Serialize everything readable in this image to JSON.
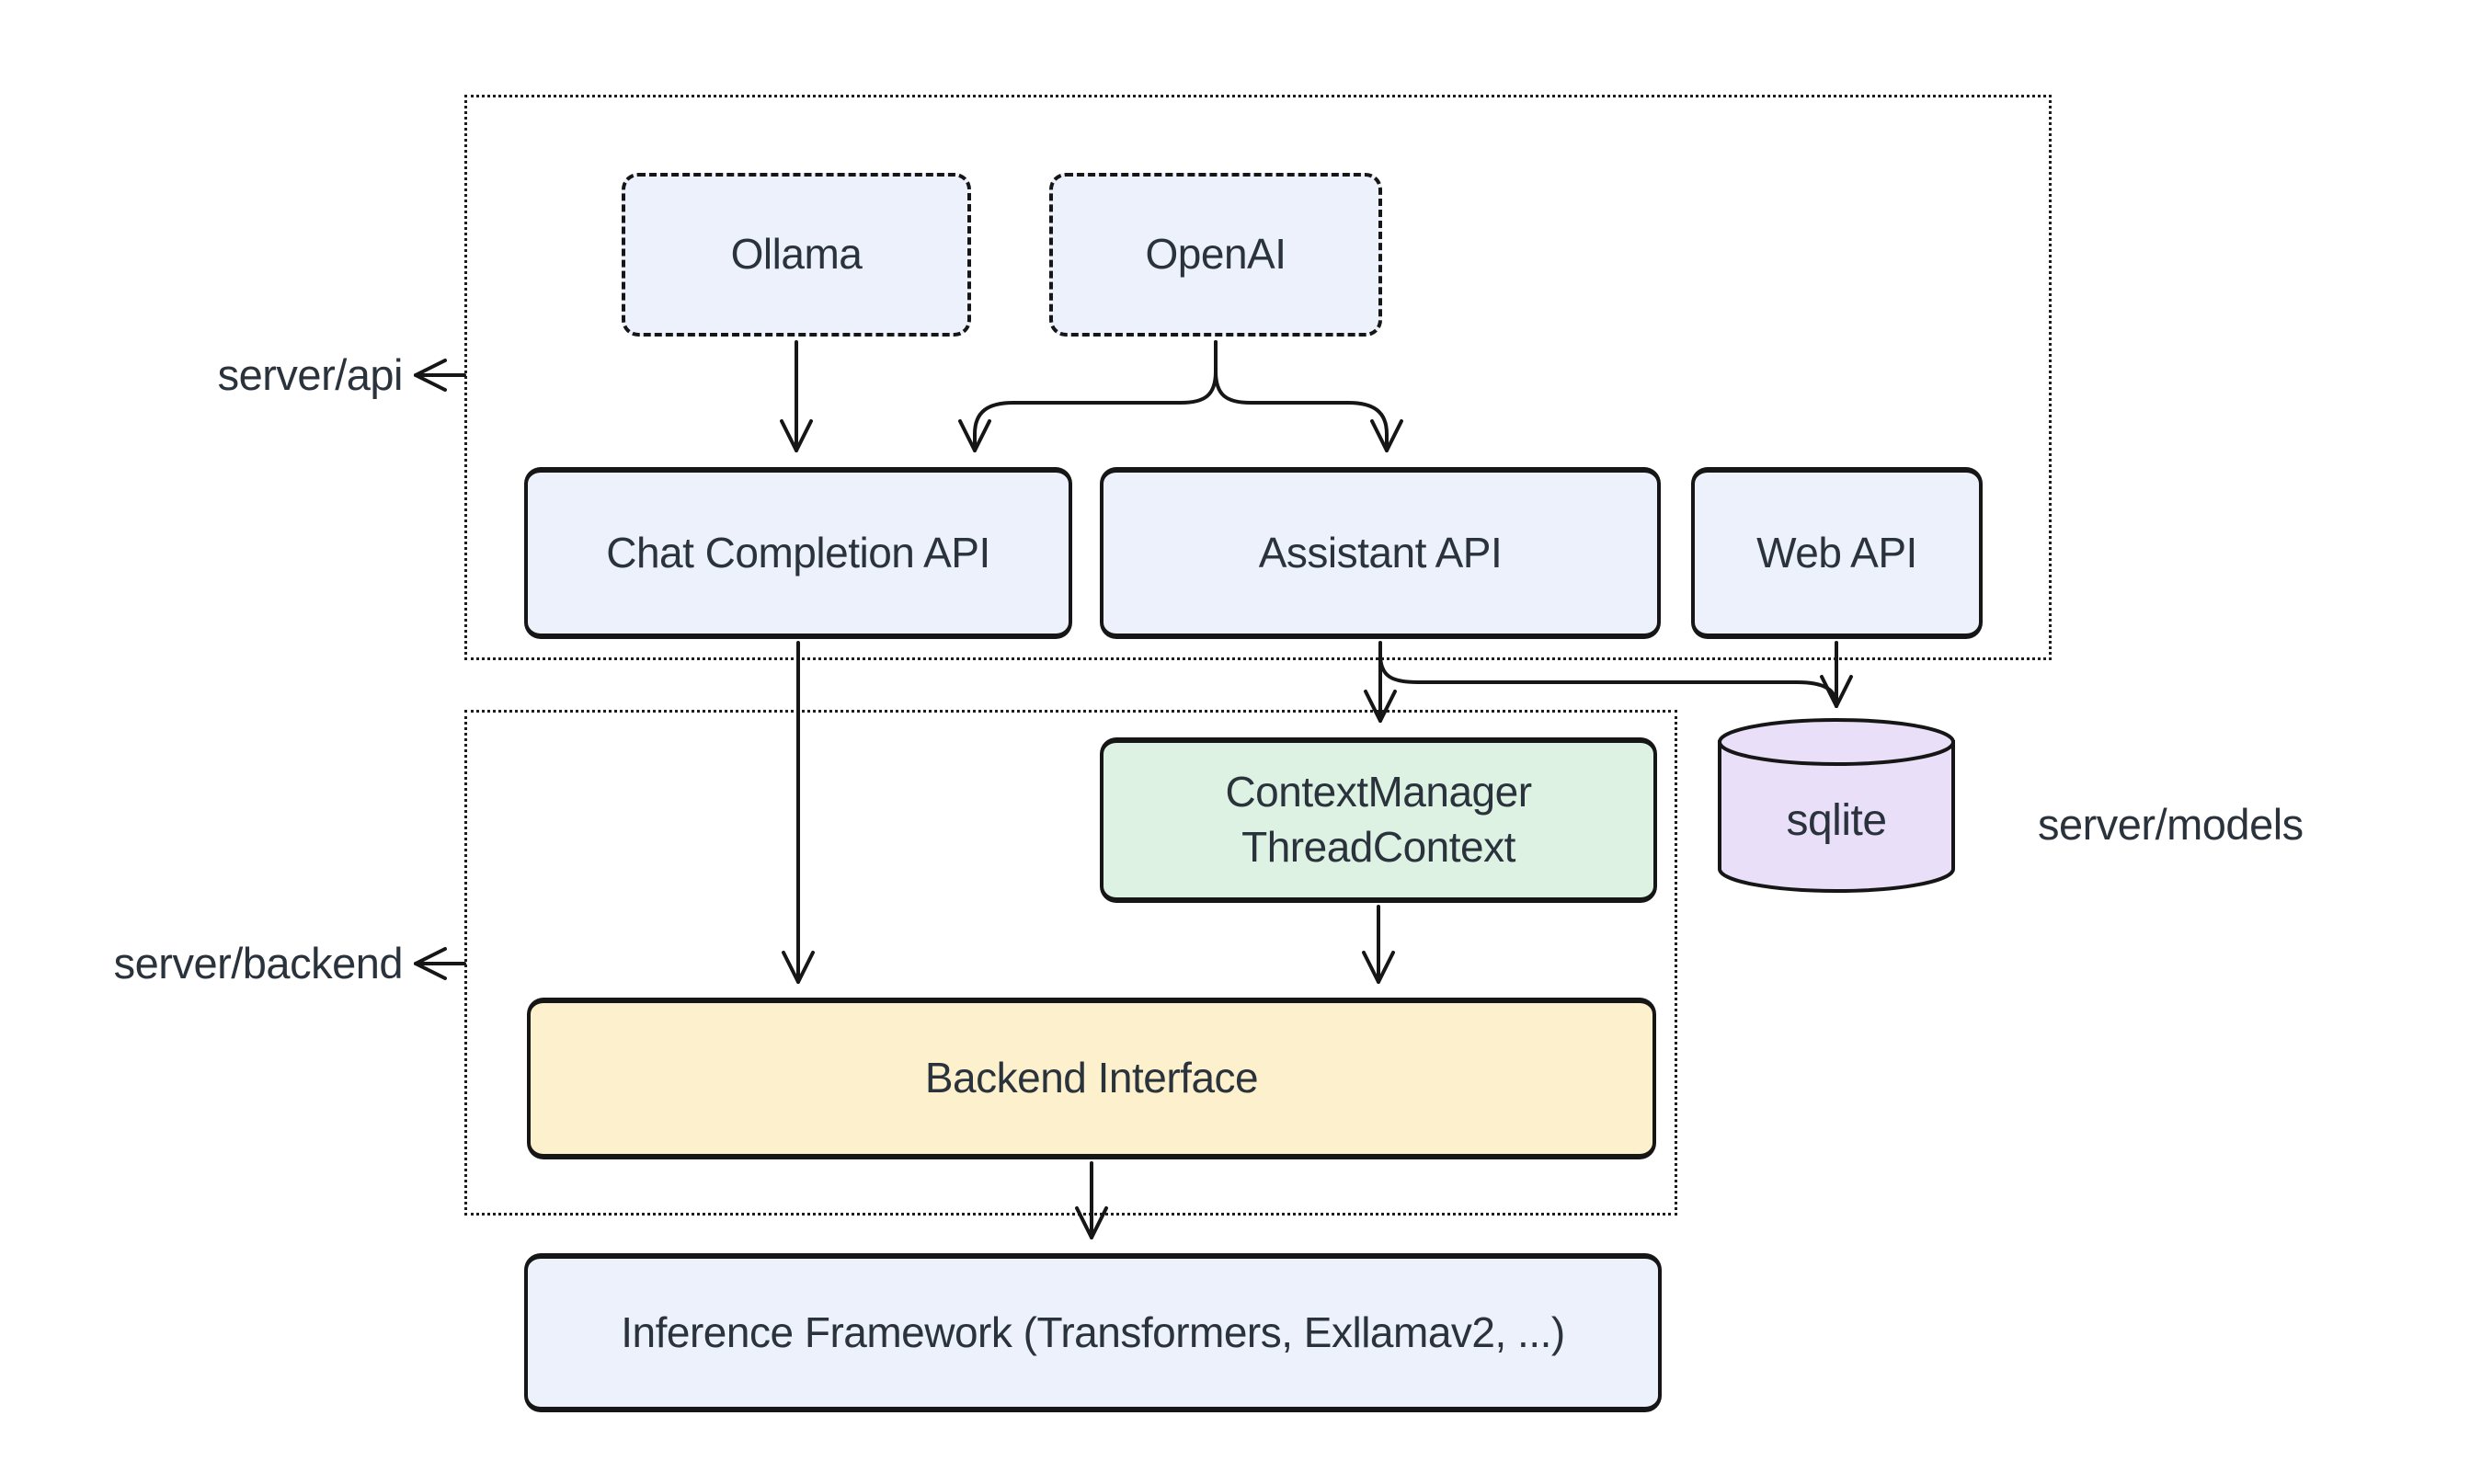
{
  "colors": {
    "background": "#ffffff",
    "stroke": "#161616",
    "text": "#2a323c",
    "node_fill_blue": "#ecf1fb",
    "node_fill_green": "#ddf2e3",
    "node_fill_yellow": "#fdf0cc",
    "node_fill_purple": "#e9dff8"
  },
  "containers": {
    "api": {
      "label": "server/api"
    },
    "backend": {
      "label": "server/backend"
    }
  },
  "side_labels": {
    "models": {
      "label": "server/models"
    }
  },
  "nodes": {
    "ollama": {
      "label": "Ollama"
    },
    "openai": {
      "label": "OpenAI"
    },
    "chat_completion": {
      "label": "Chat Completion API"
    },
    "assistant": {
      "label": "Assistant API"
    },
    "web": {
      "label": "Web API"
    },
    "context_manager": {
      "line1": "ContextManager",
      "line2": "ThreadContext"
    },
    "backend_interface": {
      "label": "Backend Interface"
    },
    "inference": {
      "label": "Inference Framework (Transformers, Exllamav2, ...)"
    },
    "sqlite": {
      "label": "sqlite"
    }
  },
  "edges": [
    {
      "from": "Ollama",
      "to": "Chat Completion API"
    },
    {
      "from": "OpenAI",
      "to": "Chat Completion API"
    },
    {
      "from": "OpenAI",
      "to": "Assistant API"
    },
    {
      "from": "Chat Completion API",
      "to": "Backend Interface"
    },
    {
      "from": "Assistant API",
      "to": "ContextManager ThreadContext"
    },
    {
      "from": "Assistant API",
      "to": "sqlite"
    },
    {
      "from": "Web API",
      "to": "sqlite"
    },
    {
      "from": "ContextManager ThreadContext",
      "to": "Backend Interface"
    },
    {
      "from": "Backend Interface",
      "to": "Inference Framework (Transformers, Exllamav2, ...)"
    },
    {
      "from": "server/api group border",
      "to": "server/api label"
    },
    {
      "from": "server/backend group border",
      "to": "server/backend label"
    }
  ]
}
